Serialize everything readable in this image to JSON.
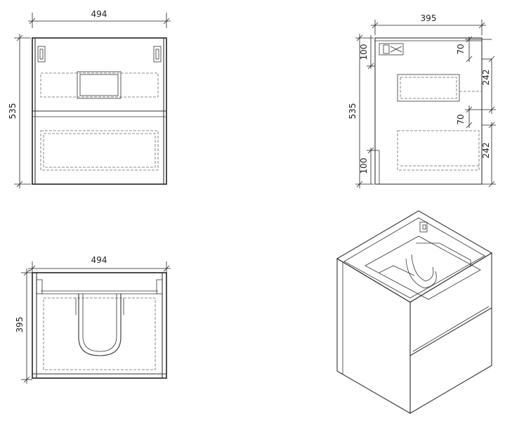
{
  "views": {
    "front": {
      "width_label": "494",
      "height_label": "535"
    },
    "side": {
      "depth_label": "395",
      "height_label": "535",
      "top_offset_label": "100",
      "bottom_offset_label": "100",
      "rail_top_label": "70",
      "rail_mid_label": "70",
      "upper_drawer_label": "242",
      "lower_drawer_label": "242"
    },
    "top": {
      "width_label": "494",
      "depth_label": "395"
    }
  }
}
